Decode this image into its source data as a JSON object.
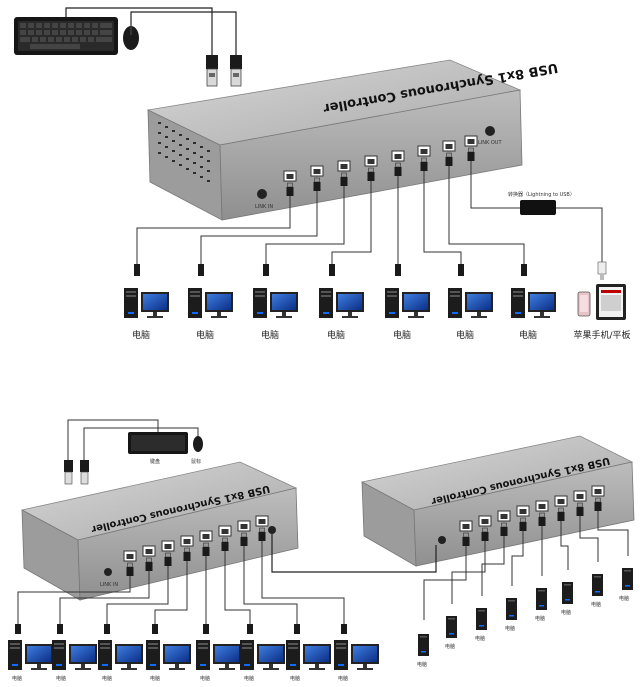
{
  "device": {
    "title": "USB 8x1 Synchronous Controller",
    "link_in": "LINK IN",
    "link_out": "LINK OUT"
  },
  "diagram1": {
    "adapter_label": "转换器（Lightning to USB）",
    "computer_label": "电脑",
    "phone_label": "苹果手机/平板"
  },
  "diagram2": {
    "keyboard_label": "键盘",
    "mouse_label": "鼠标",
    "computer_label": "电脑"
  }
}
